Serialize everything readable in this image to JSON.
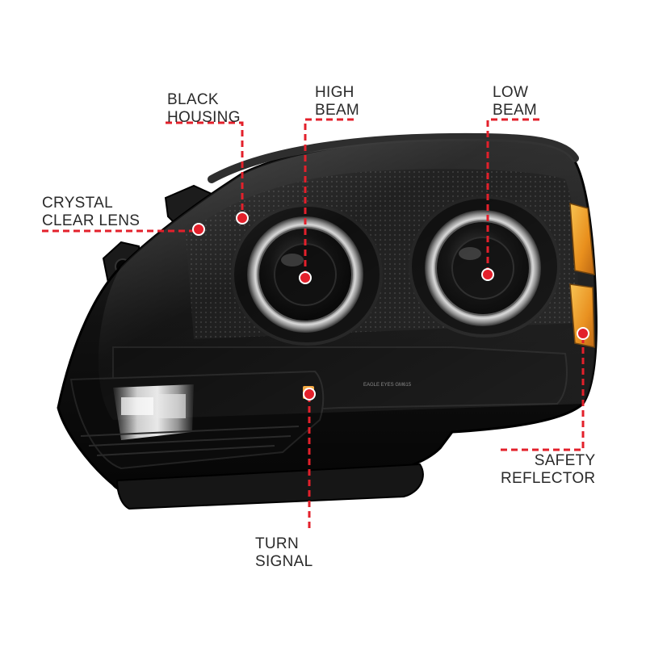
{
  "colors": {
    "accent": "#e3202b",
    "housing": "#151515",
    "amber": "#f0a11c",
    "chrome": "#b7b7b7"
  },
  "callouts": {
    "black_housing": {
      "line1": "BLACK",
      "line2": "HOUSING"
    },
    "high_beam": {
      "line1": "HIGH",
      "line2": "BEAM"
    },
    "low_beam": {
      "line1": "LOW",
      "line2": "BEAM"
    },
    "crystal_clear_lens": {
      "line1": "CRYSTAL",
      "line2": "CLEAR LENS"
    },
    "safety_reflector": {
      "line1": "SAFETY",
      "line2": "REFLECTOR"
    },
    "turn_signal": {
      "line1": "TURN",
      "line2": "SIGNAL"
    }
  },
  "lens_markings": {
    "brand": "EAGLE EYES GM615"
  }
}
